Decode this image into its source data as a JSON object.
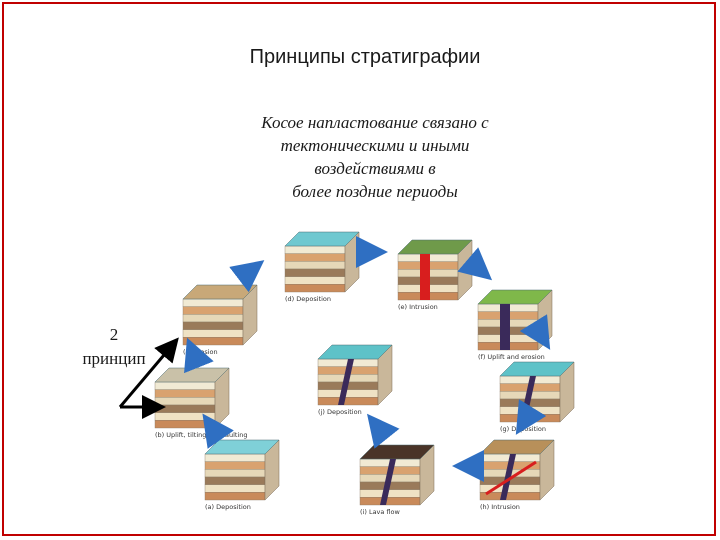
{
  "title": "Принципы стратиграфии",
  "caption": {
    "lines": [
      "Косое напластование связано с",
      "тектоническими и иными",
      "воздействиями в",
      "более поздние периоды"
    ]
  },
  "principle": {
    "number": "2",
    "word": "принцип"
  },
  "colors": {
    "frame": "#c00000",
    "arrow": "#2f6fc2",
    "pointer": "#000000"
  },
  "panels": [
    {
      "id": "a",
      "label": "(a) Deposition",
      "top": "#7fd0d8",
      "icon": "block-flat-layers"
    },
    {
      "id": "b",
      "label": "(b) Uplift, tilting and faulting",
      "top": "#c9c1a8",
      "icon": "block-tilted-layers"
    },
    {
      "id": "c",
      "label": "(c) Erosion",
      "top": "#c8a878",
      "icon": "block-eroded"
    },
    {
      "id": "d",
      "label": "(d) Deposition",
      "top": "#6fc8d0",
      "icon": "block-angular-unconformity"
    },
    {
      "id": "e",
      "label": "(e) Intrusion",
      "top": "#6f9a4a",
      "icon": "block-dike-intrusion"
    },
    {
      "id": "f",
      "label": "(f) Uplift and erosion",
      "top": "#7fb84a",
      "icon": "block-eroded-dike"
    },
    {
      "id": "g",
      "label": "(g) Deposition",
      "top": "#5ec2c8",
      "icon": "block-new-deposition"
    },
    {
      "id": "h",
      "label": "(h) Intrusion",
      "top": "#b8905a",
      "icon": "block-sill-intrusion"
    },
    {
      "id": "i",
      "label": "(i) Lava flow",
      "top": "#4a3428",
      "icon": "block-lava-flow"
    },
    {
      "id": "j",
      "label": "(j) Deposition",
      "top": "#5ec2c8",
      "icon": "block-final-deposition"
    }
  ]
}
